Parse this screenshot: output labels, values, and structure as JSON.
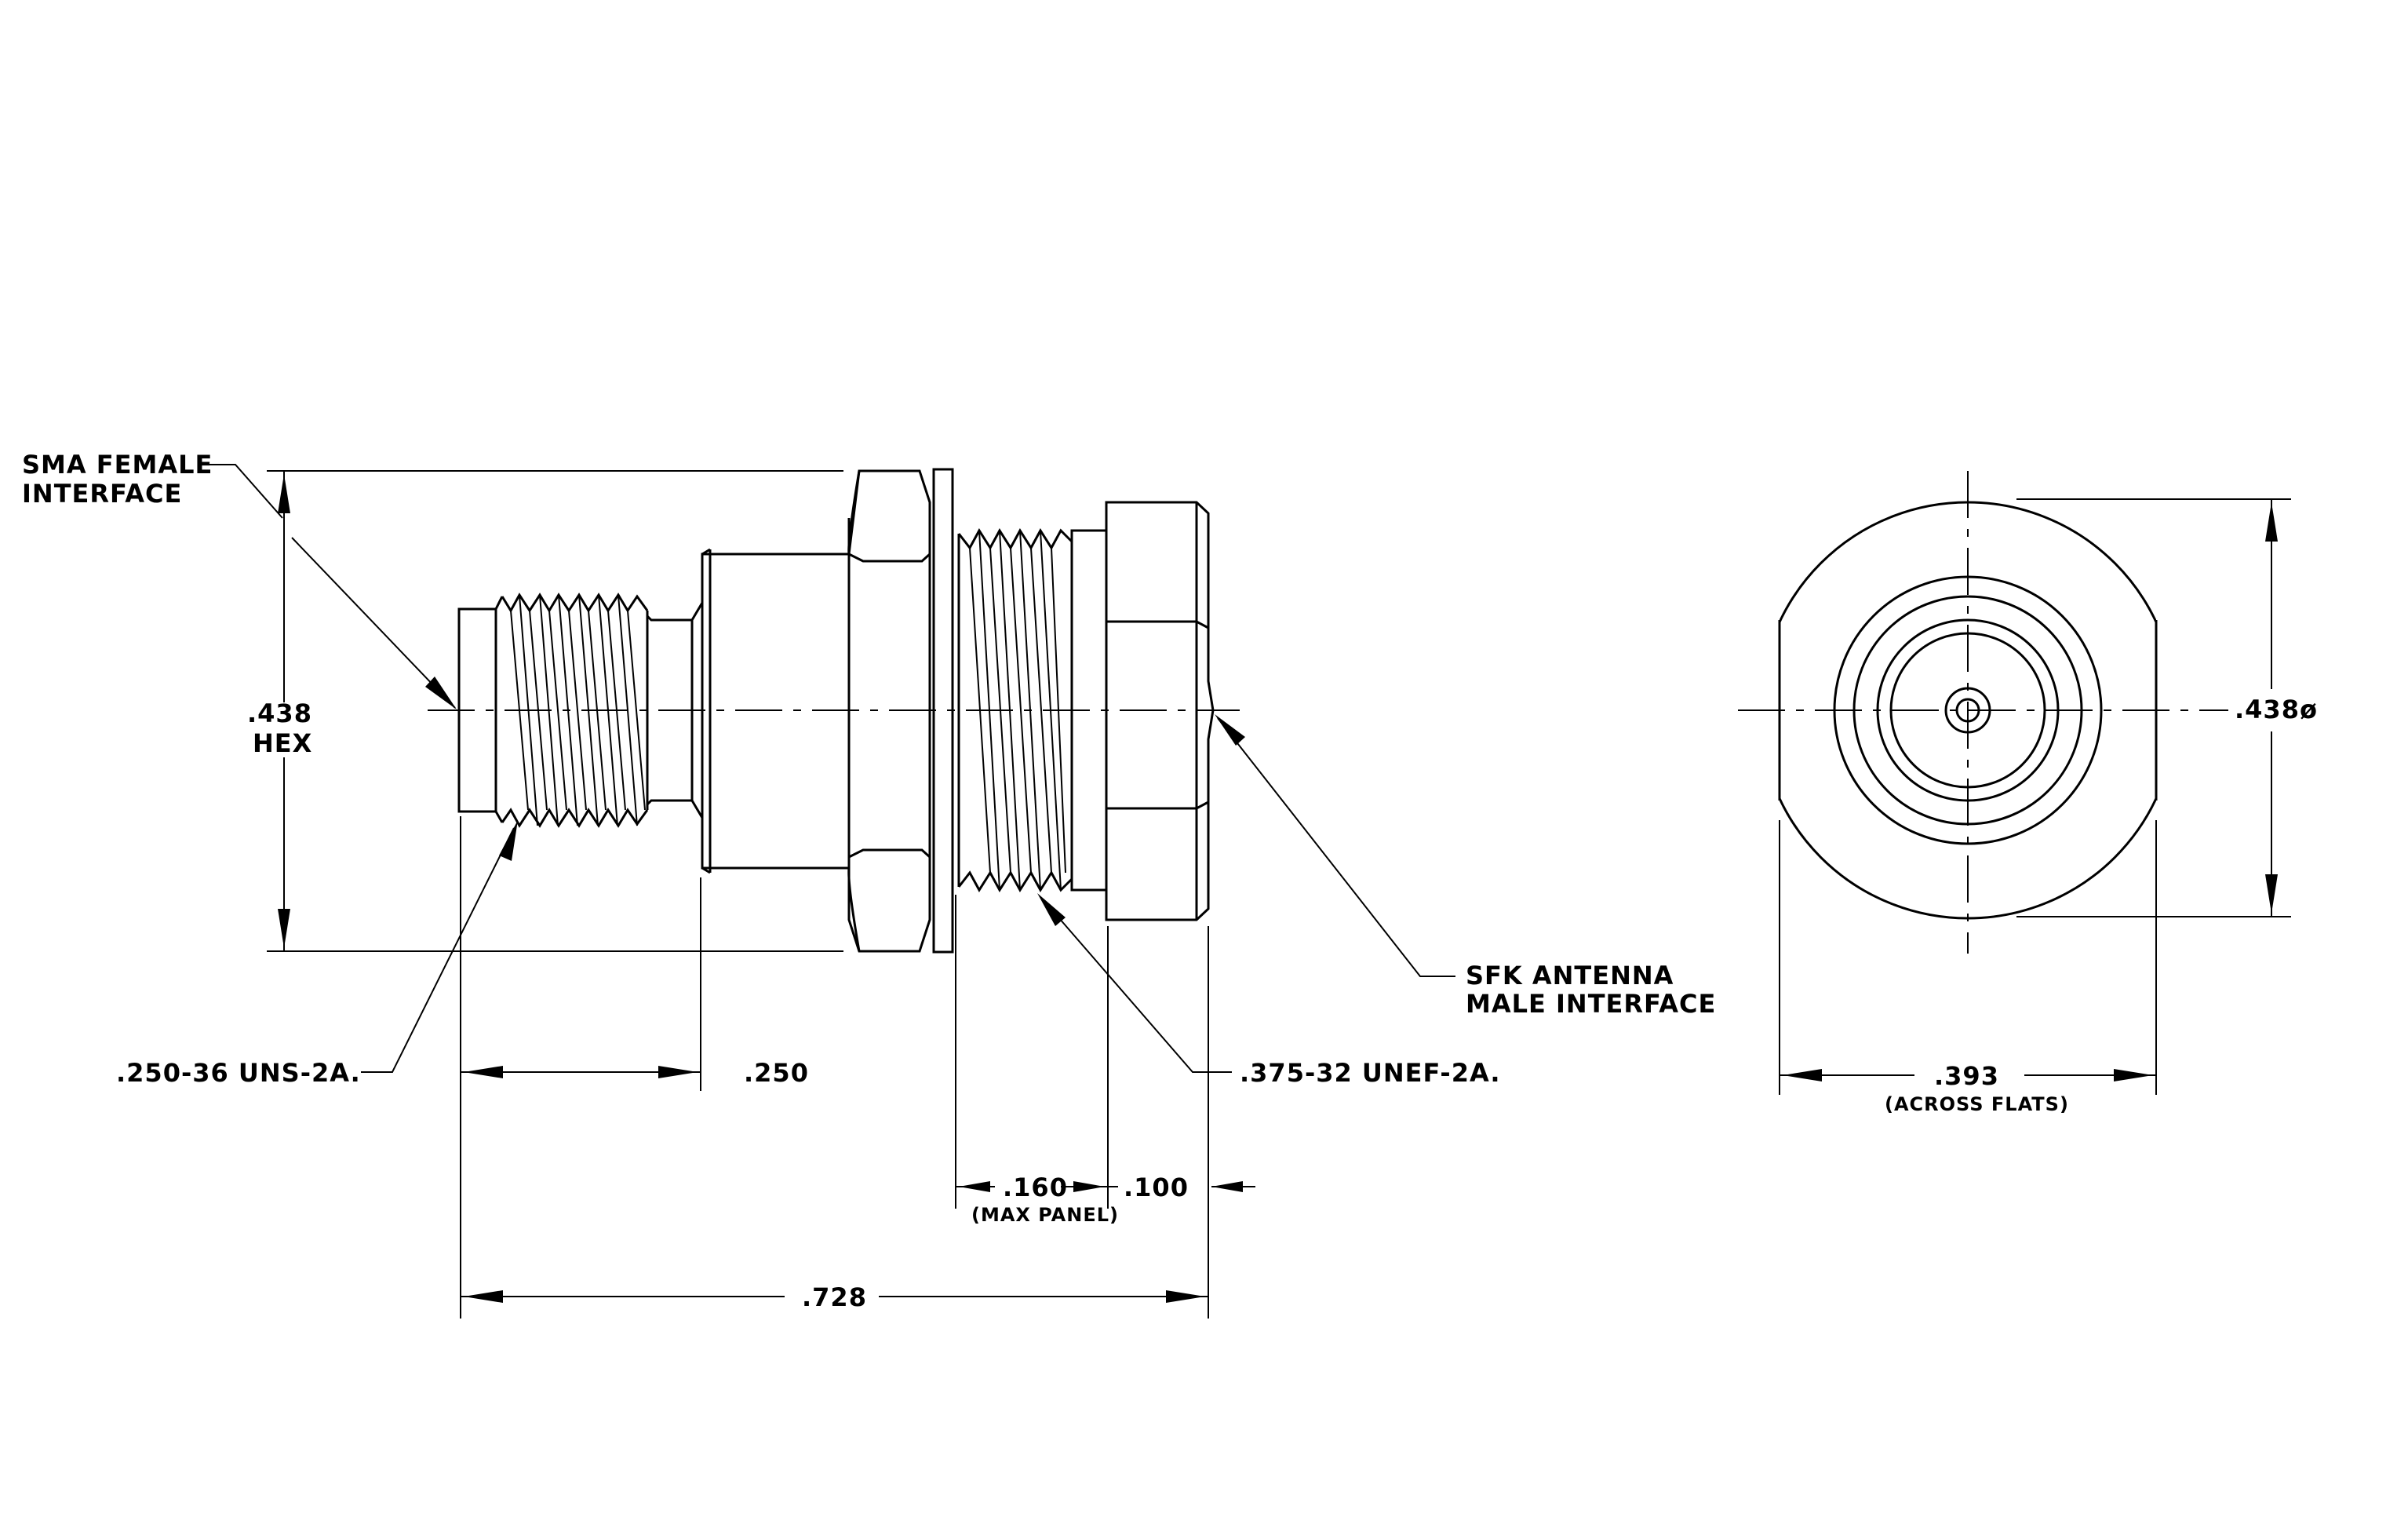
{
  "labels": {
    "sma_line1": "SMA FEMALE",
    "sma_line2": "INTERFACE",
    "hex_dim": ".438",
    "hex_word": "HEX",
    "thread_small": ".250-36 UNS-2A.",
    "dim_250": ".250",
    "thread_large": ".375-32 UNEF-2A.",
    "sfk_line1": "SFK ANTENNA",
    "sfk_line2": "MALE INTERFACE",
    "dim_160": ".160",
    "max_panel": "(MAX PANEL)",
    "dim_100": ".100",
    "dim_728": ".728",
    "dia_438": ".438ø",
    "dim_393": ".393",
    "across_flats": "(ACROSS FLATS)"
  },
  "colors": {
    "line": "#000000",
    "background": "#ffffff"
  }
}
